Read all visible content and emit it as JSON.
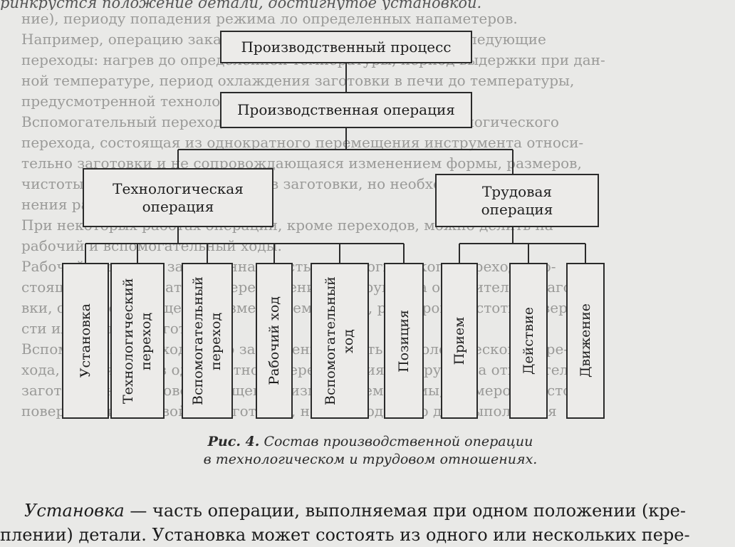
{
  "header_fragment": "ринкрустся положение детали, достигнутое установкой.",
  "background_text": [
    "ние), периоду попадения режима ло определенных напаметеров.",
    "Например, операцию закалки стали можно разделить на следующие",
    "переходы: нагрев до определенной температуры, период выдержки при дан-",
    "ной температуре, период охлаждения заготовки в печи до температуры,",
    "предусмотренной технологией.",
    "Вспомогательный переход — это законченная часть технологического",
    "перехода, состоящая из однократного перемещения инструмента относи-",
    "тельно заготовки и не сопровождающаяся изменением формы, размеров,",
    "чистоты поверхности или свойств заготовки, но необходимого для выпол-",
    "нения рабочего хода.",
    "При некоторых работах операции, кроме переходов, можно делить на",
    "рабочий и вспомогательный ходы.",
    "Рабочий ход — это законченная часть технологического перехода, со-",
    "стоящая из однократного перемещения инструмента относительно загото-",
    "вки, сопровождающегося изменением формы, размеров, чистоты поверхно-",
    "сти или свойств заготовки.",
    "Вспомогательный ход — это законченная часть технологического пере-",
    "хода, состоящая из однократного перемещения инструмента относительно",
    "заготовки, не сопровождающегося изменением формы, размеров, чистоты",
    "поверхности или свойств заготовки, но необходимого для выполнения"
  ],
  "diagram": {
    "root": "Производственный процесс",
    "operation": "Производственная операция",
    "tech_operation": "Технологическая операция",
    "labor_operation": "Трудовая операция",
    "tech_children": [
      "Установка",
      "Технологический переход",
      "Вспомогательный переход",
      "Рабочий ход",
      "Вспомогательный ход",
      "Позиция"
    ],
    "labor_children": [
      "Прием",
      "Действие",
      "Движение"
    ]
  },
  "caption": {
    "label": "Рис. 4.",
    "text_1": "Состав производственной операции",
    "text_2": "в технологическом и трудовом отношениях."
  },
  "bottom_text": {
    "term": "Установка",
    "line_1_rest": " — часть операции, выполняемая при одном положении (кре-",
    "line_2": "плении) детали. Установка может состоять из одного или нескольких пере-"
  },
  "colors": {
    "ink": "#222222",
    "paper": "#e9e9e7",
    "bleed": "#9a9a98"
  }
}
